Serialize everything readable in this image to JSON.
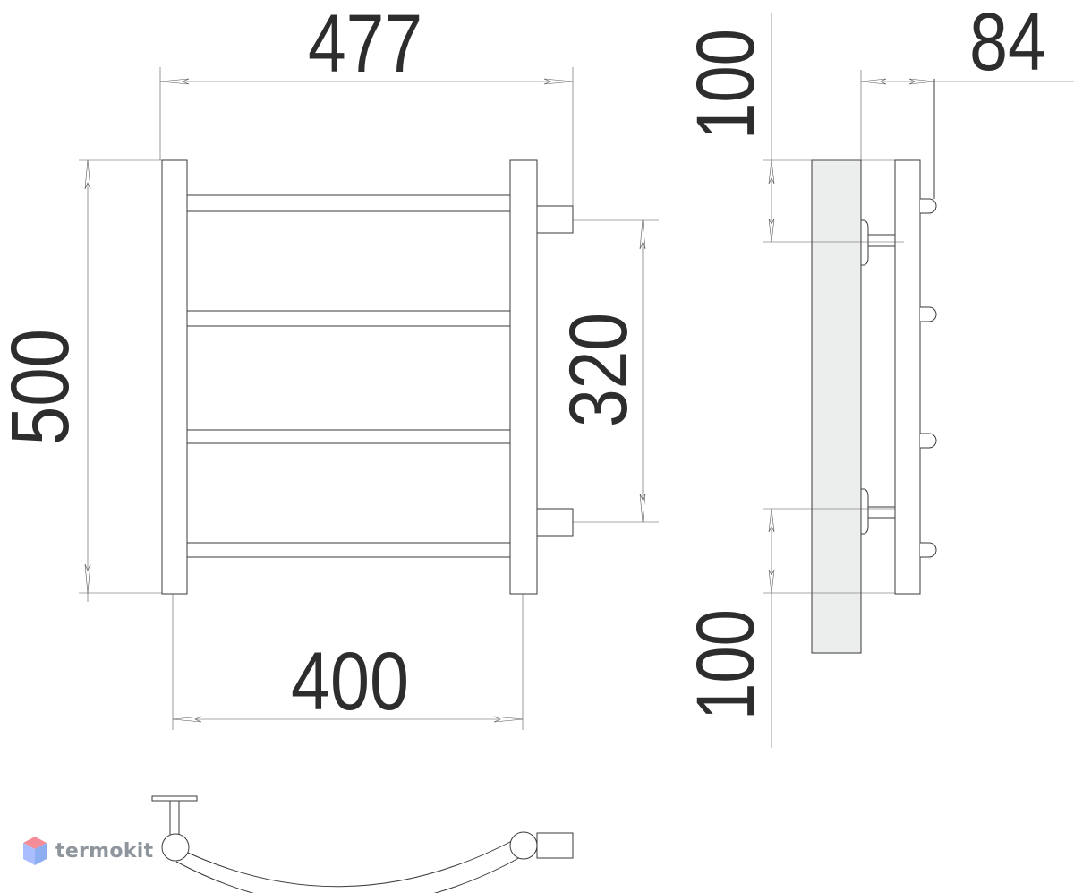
{
  "dimensions": {
    "overall_width": "477",
    "overall_height": "500",
    "connection_distance": "320",
    "pipe_spacing": "400",
    "depth": "84",
    "top_offset": "100",
    "bottom_offset": "100"
  },
  "brand": {
    "name": "termokit",
    "color": "#8f959c",
    "logo_colors": [
      "#f05d6c",
      "#9bb3ff",
      "#7aa0f0"
    ],
    "icon": "cube-logo-icon"
  },
  "colors": {
    "line": "#3a3a3a",
    "wall": "#ebeeec",
    "text": "#2d2d2d"
  }
}
